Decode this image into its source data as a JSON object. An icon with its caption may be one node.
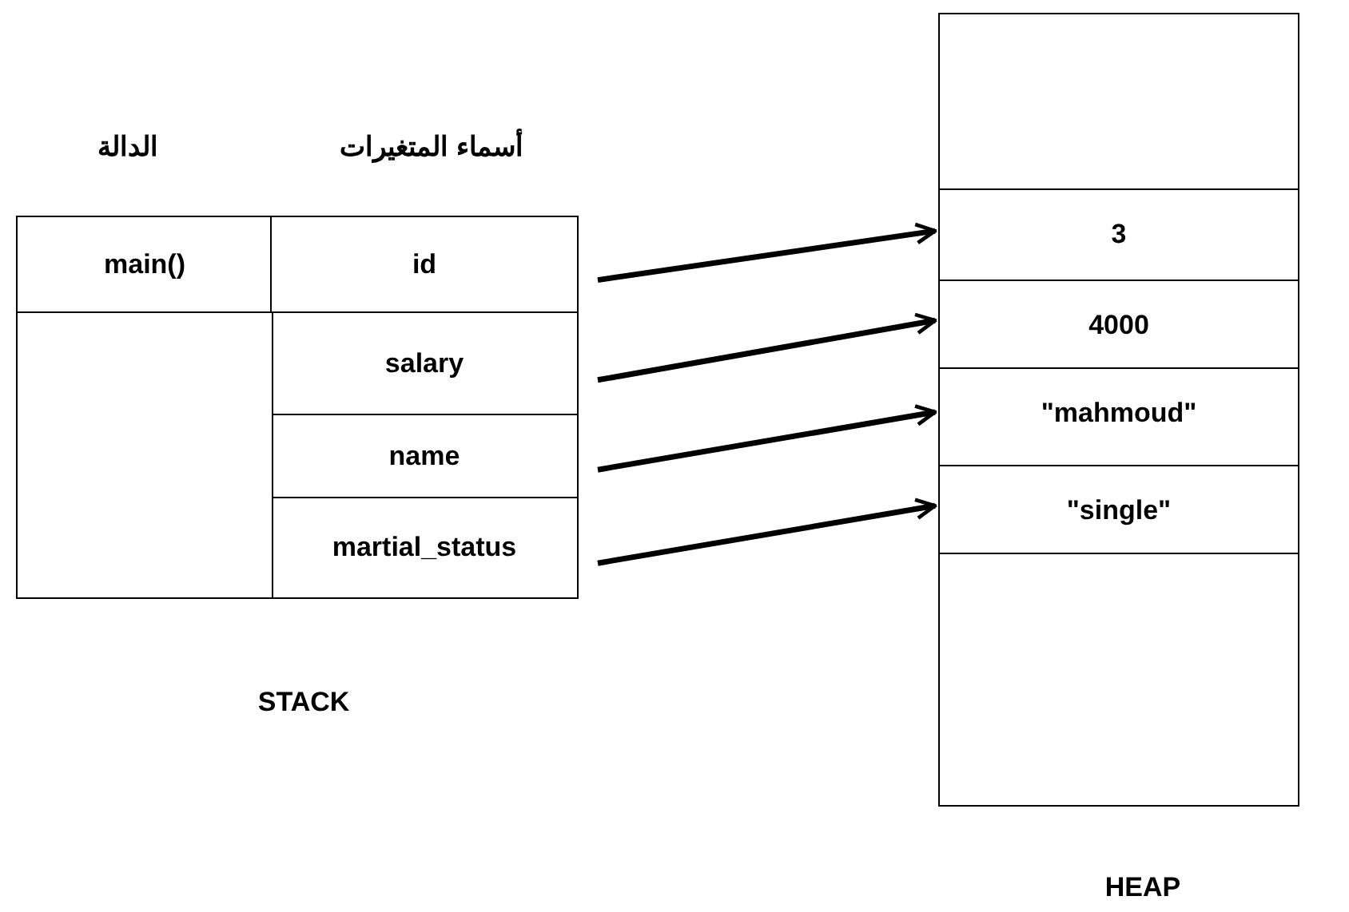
{
  "diagram": {
    "nodes": [
      {
        "text": [
          "main()"
        ]
      },
      {
        "text": [
          "id"
        ]
      },
      {
        "text": [
          "salary"
        ]
      },
      {
        "text": [
          "name"
        ]
      },
      {
        "text": [
          "martial_status"
        ]
      },
      {
        "text": [],
        "shape": "box"
      },
      {
        "text": [],
        "shape": "box"
      },
      {
        "text": [
          "3"
        ]
      },
      {
        "text": [
          "4000"
        ]
      },
      {
        "text": [
          "\"mahmoud\""
        ]
      },
      {
        "text": [
          "\"single\""
        ]
      },
      {
        "text": [],
        "shape": "box"
      }
    ],
    "edges": [
      {
        "from": 1,
        "to": 7,
        "arrow": "to"
      },
      {
        "from": 2,
        "to": 8,
        "arrow": "to"
      },
      {
        "from": 3,
        "to": 9,
        "arrow": "to"
      },
      {
        "from": 4,
        "to": 10,
        "arrow": "to"
      }
    ],
    "labels": [
      "الدالة",
      "أسماء المتغيرات",
      "STACK",
      "HEAP"
    ]
  }
}
